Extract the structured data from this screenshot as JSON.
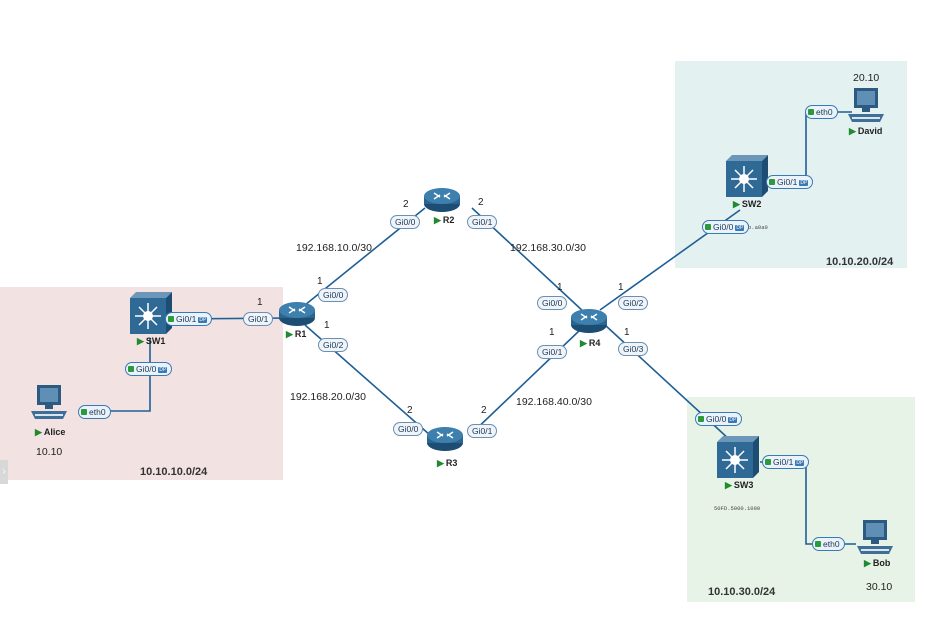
{
  "zones": {
    "left": {
      "label": "10.10.10.0/24",
      "color": "#f3e2e2"
    },
    "right_top": {
      "label": "10.10.20.0/24",
      "color": "#e3f1f1"
    },
    "right_bottom": {
      "label": "10.10.30.0/24",
      "color": "#e7f3e6"
    }
  },
  "routers": {
    "r1": {
      "name": "R1"
    },
    "r2": {
      "name": "R2"
    },
    "r3": {
      "name": "R3"
    },
    "r4": {
      "name": "R4"
    }
  },
  "switches": {
    "sw1": {
      "name": "SW1"
    },
    "sw2": {
      "name": "SW2",
      "mac": "b.a0a0"
    },
    "sw3": {
      "name": "SW3",
      "mac": "50FD.5000.1000"
    }
  },
  "hosts": {
    "alice": {
      "name": "Alice",
      "addr": "10.10"
    },
    "david": {
      "name": "David",
      "addr": "20.10"
    },
    "bob": {
      "name": "Bob",
      "addr": "30.10"
    }
  },
  "ports": {
    "r1_g00": "Gi0/0",
    "r1_g01": "Gi0/1",
    "r1_g02": "Gi0/2",
    "r2_g00": "Gi0/0",
    "r2_g01": "Gi0/1",
    "r3_g00": "Gi0/0",
    "r3_g01": "Gi0/1",
    "r4_g00": "Gi0/0",
    "r4_g01": "Gi0/1",
    "r4_g02": "Gi0/2",
    "r4_g03": "Gi0/3",
    "sw1_g01": "Gi0/1",
    "sw1_g00": "Gi0/0",
    "sw2_g01": "Gi0/1",
    "sw2_g00": "Gi0/0",
    "sw3_g00": "Gi0/0",
    "sw3_g01": "Gi0/1",
    "alice_eth0": "eth0",
    "david_eth0": "eth0",
    "bob_eth0": "eth0",
    "tag": "DP"
  },
  "host_ids": {
    "r1_g00": "1",
    "r1_g01": "1",
    "r1_g02": "1",
    "r2_g00": "2",
    "r2_g01": "2",
    "r3_g00": "2",
    "r3_g01": "2",
    "r4_g00": "1",
    "r4_g01": "1",
    "r4_g02": "1",
    "r4_g03": "1"
  },
  "subnets": {
    "r1_r2": "192.168.10.0/30",
    "r2_r4": "192.168.30.0/30",
    "r1_r3": "192.168.20.0/30",
    "r3_r4": "192.168.40.0/30"
  },
  "collapse_glyph": "›"
}
